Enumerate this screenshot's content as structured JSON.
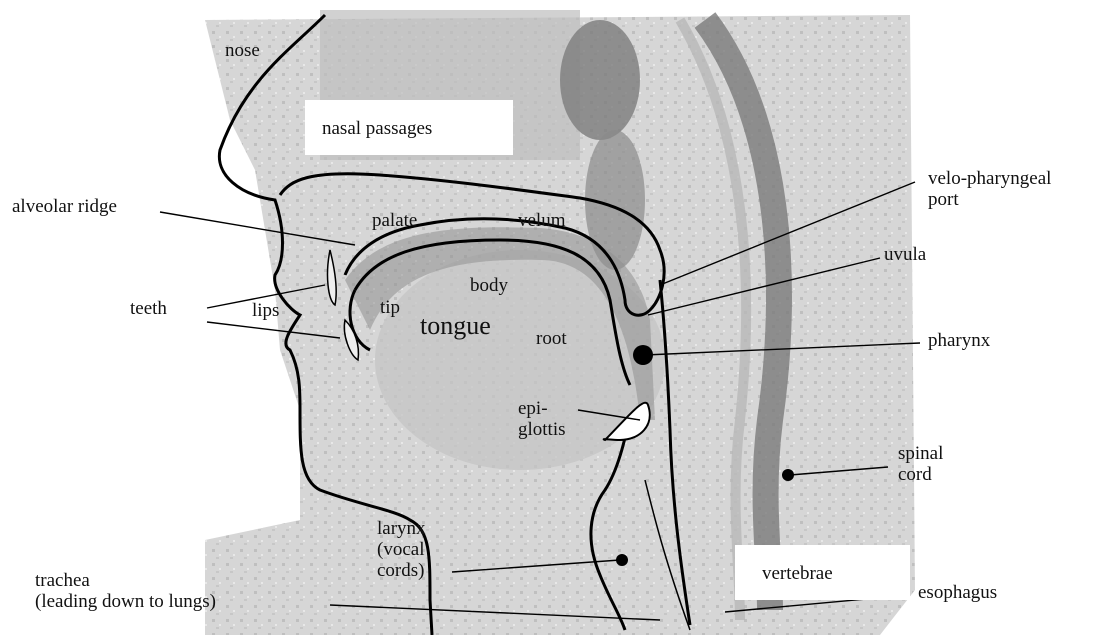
{
  "labels": {
    "nose": "nose",
    "nasal_passages": "nasal passages",
    "alveolar_ridge": "alveolar ridge",
    "palate": "palate",
    "velum": "velum",
    "velo_pharyngeal_port": "velo-pharyngeal\nport",
    "uvula": "uvula",
    "teeth": "teeth",
    "lips": "lips",
    "tip": "tip",
    "body": "body",
    "tongue": "tongue",
    "root": "root",
    "pharynx": "pharynx",
    "epiglottis": "epi-\nglottis",
    "spinal_cord": "spinal\ncord",
    "larynx": "larynx\n(vocal\ncords)",
    "trachea": "trachea\n(leading down to lungs)",
    "vertebrae": "vertebrae",
    "esophagus": "esophagus"
  },
  "colors": {
    "tissue_light": "#d6d6d6",
    "tissue_mid": "#9c9c9c",
    "tissue_dark": "#6a6a6a",
    "outline": "#000000"
  }
}
